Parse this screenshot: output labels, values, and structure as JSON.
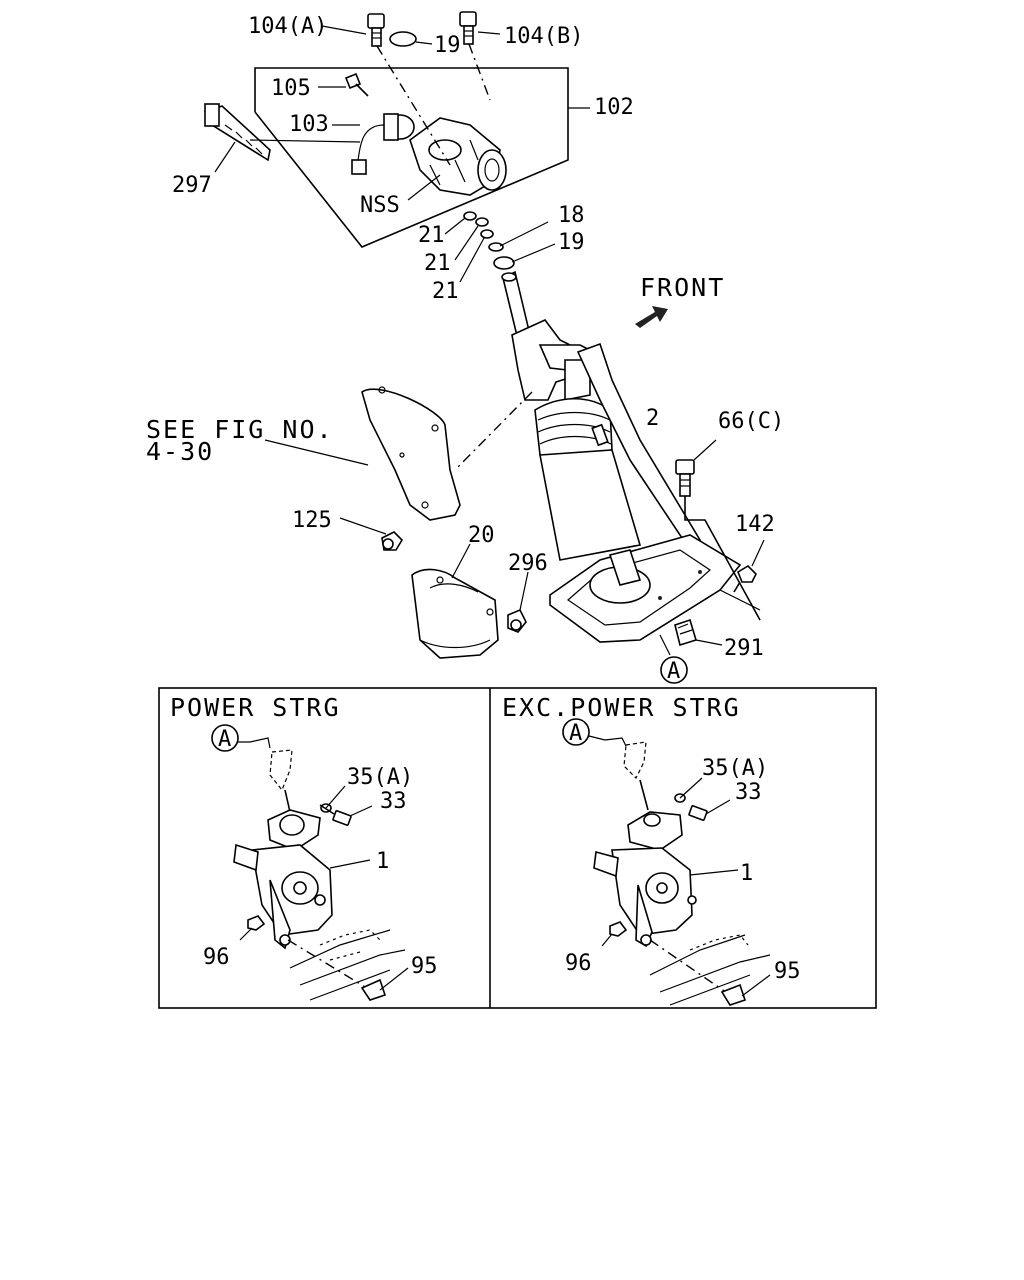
{
  "callouts": {
    "c104a": "104(A)",
    "c19_top": "19",
    "c104b": "104(B)",
    "c105": "105",
    "c103": "103",
    "c102": "102",
    "c297": "297",
    "cnss": "NSS",
    "c21_1": "21",
    "c21_2": "21",
    "c21_3": "21",
    "c18": "18",
    "c19_mid": "19",
    "c2": "2",
    "c66c": "66(C)",
    "c142": "142",
    "c125": "125",
    "c20": "20",
    "c296": "296",
    "c291": "291",
    "ref_a_main": "A"
  },
  "front_label": "FRONT",
  "see_fig": {
    "line1": "SEE FIG NO.",
    "line2": "4-30"
  },
  "panels": {
    "left": {
      "title": "POWER STRG",
      "ref": "A",
      "c35a": "35(A)",
      "c33": "33",
      "c1": "1",
      "c96": "96",
      "c95": "95"
    },
    "right": {
      "title": "EXC.POWER STRG",
      "ref": "A",
      "c35a": "35(A)",
      "c33": "33",
      "c1": "1",
      "c96": "96",
      "c95": "95"
    }
  }
}
